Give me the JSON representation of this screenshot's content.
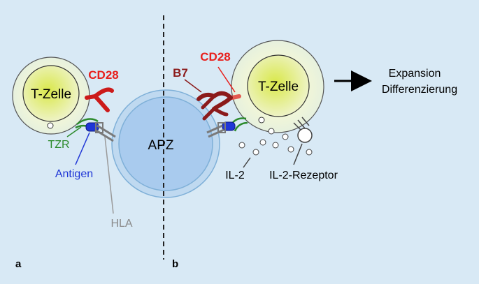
{
  "colors": {
    "background": "#d8e9f5",
    "cd28_red": "#e8201d",
    "b7_darkred": "#8b1a1a",
    "tzr_green": "#2b8a2b",
    "antigen_blue": "#1f36d6",
    "hla_gray": "#8a8a8a"
  },
  "labels": {
    "panel_a": "a",
    "panel_b": "b",
    "tcell_a": "T-Zelle",
    "tcell_b": "T-Zelle",
    "cd28_a": "CD28",
    "cd28_b": "CD28",
    "b7": "B7",
    "tzr": "TZR",
    "antigen": "Antigen",
    "hla": "HLA",
    "apz": "APZ",
    "il2": "IL-2",
    "il2_receptor": "IL-2-Rezeptor",
    "expansion": "Expansion",
    "differentiation": "Differenzierung"
  }
}
